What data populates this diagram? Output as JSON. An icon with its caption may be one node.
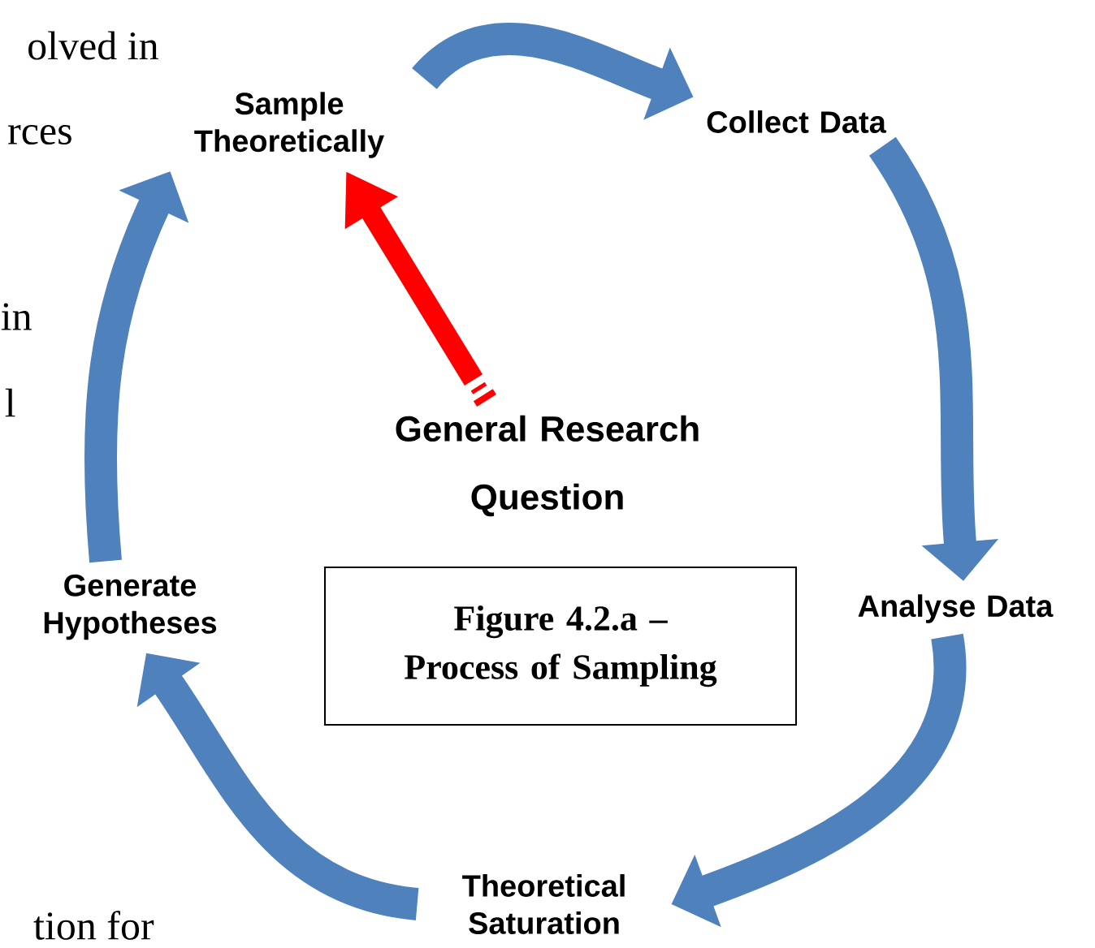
{
  "diagram": {
    "nodes": [
      {
        "text": [
          "Sample Theoretically"
        ]
      },
      {
        "text": [
          "Collect Data"
        ]
      },
      {
        "text": [
          "Analyse Data"
        ]
      },
      {
        "text": [
          "Theoretical Saturation"
        ]
      },
      {
        "text": [
          "Generate Hypotheses"
        ]
      },
      {
        "text": [
          "General Research Question"
        ]
      },
      {
        "text": [
          "Figure 4.2.a – Process of Sampling"
        ]
      }
    ],
    "edges": [
      {
        "from": 0,
        "to": 1,
        "arrow": "to"
      },
      {
        "from": 1,
        "to": 2,
        "arrow": "to"
      },
      {
        "from": 2,
        "to": 3,
        "arrow": "to"
      },
      {
        "from": 3,
        "to": 4,
        "arrow": "to"
      },
      {
        "from": 4,
        "to": 0,
        "arrow": "to"
      },
      {
        "from": 5,
        "to": 0,
        "arrow": "to",
        "color": "#ff0000"
      }
    ],
    "labels": [
      "olved in",
      "rces",
      "in",
      "l",
      "tion for"
    ]
  }
}
